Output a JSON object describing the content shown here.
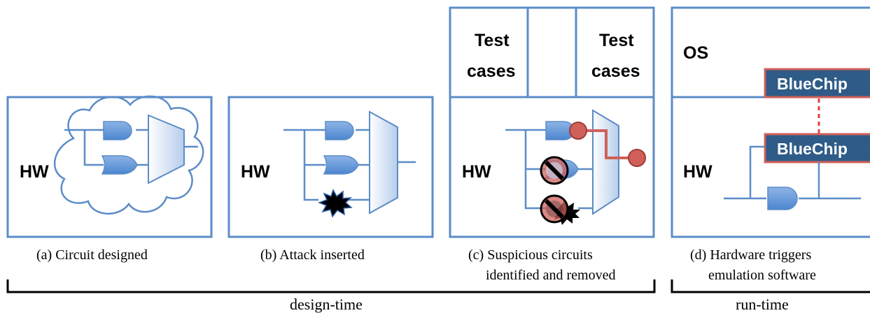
{
  "panels": {
    "a": {
      "hw": "HW",
      "caption": "(a) Circuit designed"
    },
    "b": {
      "hw": "HW",
      "caption": "(b) Attack inserted"
    },
    "c": {
      "hw": "HW",
      "test_left": [
        "Test",
        "cases"
      ],
      "test_right": [
        "Test",
        "cases"
      ],
      "caption_line1": "(c) Suspicious circuits",
      "caption_line2": "identified and removed"
    },
    "d": {
      "hw": "HW",
      "os": "OS",
      "chip_top": "BlueChip",
      "chip_bottom": "BlueChip",
      "caption_line1": "(d) Hardware triggers",
      "caption_line2": "emulation software"
    }
  },
  "phases": {
    "design": "design-time",
    "run": "run-time"
  },
  "colors": {
    "outline": "#5b8cc8",
    "chip_fill": "#2e5b87",
    "chip_border": "#d0605a",
    "blocked": "#d0605a"
  }
}
